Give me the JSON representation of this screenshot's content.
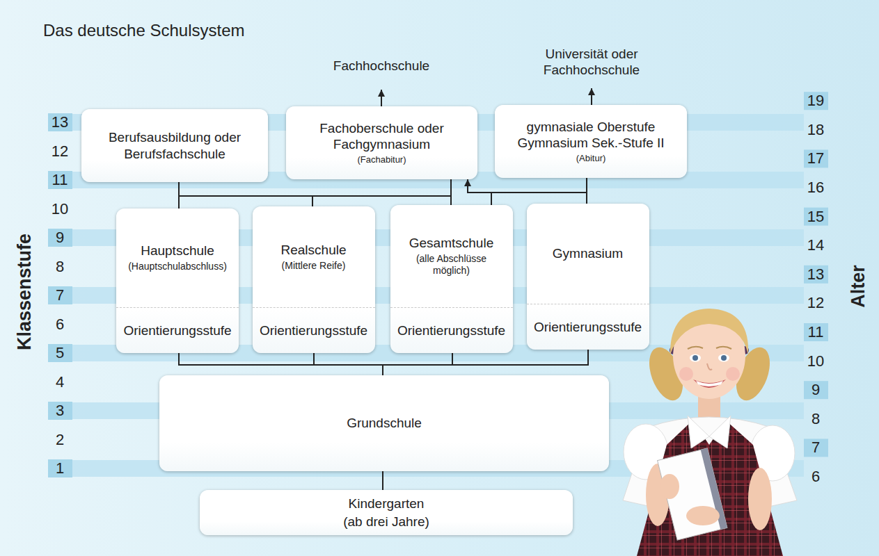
{
  "diagram": {
    "title": "Das deutsche Schulsystem",
    "nodes": [
      {
        "text": [
          "Berufsausbildung oder Berufsfachschule"
        ]
      },
      {
        "text": [
          "Fachoberschule oder Fachgymnasium",
          "(Fachabitur)"
        ]
      },
      {
        "text": [
          "gymnasiale Oberstufe Gymnasium Sek.-Stufe II",
          "(Abitur)"
        ]
      },
      {
        "text": [
          "Hauptschule",
          "(Hauptschulabschluss)",
          "Orientierungsstufe"
        ]
      },
      {
        "text": [
          "Realschule",
          "(Mittlere Reife)",
          "Orientierungsstufe"
        ]
      },
      {
        "text": [
          "Gesamtschule",
          "(alle Abschlüsse möglich)",
          "Orientierungsstufe"
        ]
      },
      {
        "text": [
          "Gymnasium",
          "Orientierungsstufe"
        ]
      },
      {
        "text": [
          "Grundschule"
        ]
      },
      {
        "text": [
          "Kindergarten",
          "(ab drei Jahre)"
        ]
      }
    ],
    "edges": [
      {
        "from": 8,
        "to": 7,
        "arrow": "none"
      },
      {
        "from": 7,
        "to": 3,
        "arrow": "none"
      },
      {
        "from": 7,
        "to": 4,
        "arrow": "none"
      },
      {
        "from": 7,
        "to": 5,
        "arrow": "none"
      },
      {
        "from": 7,
        "to": 6,
        "arrow": "none"
      },
      {
        "from": 3,
        "to": 0,
        "arrow": "none"
      },
      {
        "from": 3,
        "to": 1,
        "arrow": "none"
      },
      {
        "from": 4,
        "to": 0,
        "arrow": "none"
      },
      {
        "from": 4,
        "to": 1,
        "arrow": "none"
      },
      {
        "from": 5,
        "to": 0,
        "arrow": "none"
      },
      {
        "from": 5,
        "to": 1,
        "arrow": "none"
      },
      {
        "from": 5,
        "to": 2,
        "arrow": "none"
      },
      {
        "from": 6,
        "to": 2,
        "arrow": "none"
      },
      {
        "from": 6,
        "to": 1,
        "arrow": "to"
      }
    ],
    "labels": [
      "Fachhochschule",
      "Universität oder Fachhochschule",
      "13",
      "12",
      "11",
      "10",
      "9",
      "8",
      "7",
      "6",
      "5",
      "4",
      "3",
      "2",
      "1",
      "Klassenstufe",
      "19",
      "18",
      "17",
      "16",
      "15",
      "14",
      "13",
      "12",
      "11",
      "10",
      "9",
      "8",
      "7",
      "6",
      "Alter"
    ]
  }
}
